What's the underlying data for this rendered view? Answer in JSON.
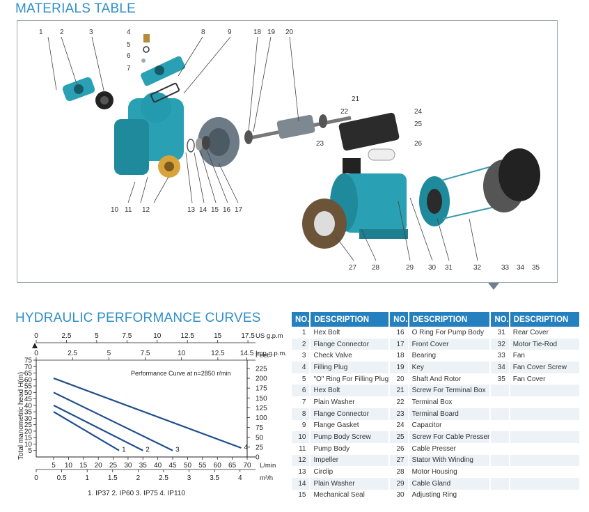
{
  "materials_title": "MATERIALS TABLE",
  "hydraulic_title": "HYDRAULIC PERFORMANCE CURVES",
  "callouts": [
    "1",
    "2",
    "3",
    "4",
    "5",
    "6",
    "7",
    "8",
    "9",
    "10",
    "11",
    "12",
    "13",
    "14",
    "15",
    "16",
    "17",
    "18",
    "19",
    "20",
    "21",
    "22",
    "23",
    "24",
    "25",
    "26",
    "27",
    "28",
    "29",
    "30",
    "31",
    "32",
    "33",
    "34",
    "35"
  ],
  "table": {
    "headers": [
      "NO.",
      "DESCRIPTION",
      "NO.",
      "DESCRIPTION",
      "NO.",
      "DESCRIPTION"
    ],
    "rows": [
      [
        "1",
        "Hex Bolt",
        "16",
        "O Ring For Pump Body",
        "31",
        "Rear Cover"
      ],
      [
        "2",
        "Flange Connector",
        "17",
        "Front Cover",
        "32",
        "Motor Tie-Rod"
      ],
      [
        "3",
        "Check Valve",
        "18",
        "Bearing",
        "33",
        "Fan"
      ],
      [
        "4",
        "Filling Plug",
        "19",
        "Key",
        "34",
        "Fan Cover Screw"
      ],
      [
        "5",
        "\"O\" Ring For Filling Plug",
        "20",
        "Shaft And Rotor",
        "35",
        "Fan Cover"
      ],
      [
        "6",
        "Hex Bolt",
        "21",
        "Screw For Terminal Box",
        "",
        ""
      ],
      [
        "7",
        "Plain Washer",
        "22",
        "Terminal Box",
        "",
        ""
      ],
      [
        "8",
        "Flange Connector",
        "23",
        "Terminal Board",
        "",
        ""
      ],
      [
        "9",
        "Flange Gasket",
        "24",
        "Capacitor",
        "",
        ""
      ],
      [
        "10",
        "Pump Body Screw",
        "25",
        "Screw For Cable Presser",
        "",
        ""
      ],
      [
        "11",
        "Pump Body",
        "26",
        "Cable Presser",
        "",
        ""
      ],
      [
        "12",
        "Impeller",
        "27",
        "Stator With Winding",
        "",
        ""
      ],
      [
        "13",
        "Circlip",
        "28",
        "Motor Housing",
        "",
        ""
      ],
      [
        "14",
        "Plain Washer",
        "29",
        "Cable Gland",
        "",
        ""
      ],
      [
        "15",
        "Mechanical Seal",
        "30",
        "Adjusting Ring",
        "",
        ""
      ]
    ]
  },
  "chart_data": {
    "type": "line",
    "title": "Performance Curve at n=2850 r/min",
    "ylabel": "Total manometric head H(m)",
    "x": [
      0,
      70
    ],
    "xlabel": "L/min",
    "xlim": [
      0,
      70
    ],
    "ylim": [
      0,
      75
    ],
    "x_ticks": [
      "5",
      "10",
      "15",
      "20",
      "25",
      "30",
      "35",
      "40",
      "45",
      "50",
      "55",
      "60",
      "65",
      "70"
    ],
    "y_ticks": [
      "5",
      "10",
      "15",
      "20",
      "25",
      "30",
      "35",
      "40",
      "45",
      "50",
      "55",
      "60",
      "65",
      "70",
      "75"
    ],
    "secondary_axes": [
      {
        "label": "US g.p.m",
        "ticks": [
          "0",
          "2.5",
          "5",
          "7.5",
          "10",
          "12.5",
          "15",
          "17.5"
        ]
      },
      {
        "label": "Imp g.p.m.",
        "ticks": [
          "0",
          "2.5",
          "5",
          "7.5",
          "10",
          "12.5",
          "14.5"
        ]
      },
      {
        "label": "Feet",
        "ticks": [
          "0",
          "25",
          "50",
          "75",
          "100",
          "125",
          "150",
          "175",
          "200",
          "225"
        ]
      },
      {
        "label": "m³/h",
        "ticks": [
          "0",
          "0.5",
          "1",
          "1.5",
          "2",
          "2.5",
          "3",
          "3.5",
          "4"
        ]
      }
    ],
    "series": [
      {
        "name": "1",
        "x": [
          5,
          27
        ],
        "y": [
          35,
          5
        ]
      },
      {
        "name": "2",
        "x": [
          5,
          35
        ],
        "y": [
          40,
          5
        ]
      },
      {
        "name": "3",
        "x": [
          5,
          45
        ],
        "y": [
          50,
          5
        ]
      },
      {
        "name": "4",
        "x": [
          5,
          68
        ],
        "y": [
          61,
          7
        ]
      }
    ],
    "legend_text": "1. IP37  2. IP60  3. IP75  4. IP110",
    "line_color": "#1f4f8f"
  }
}
